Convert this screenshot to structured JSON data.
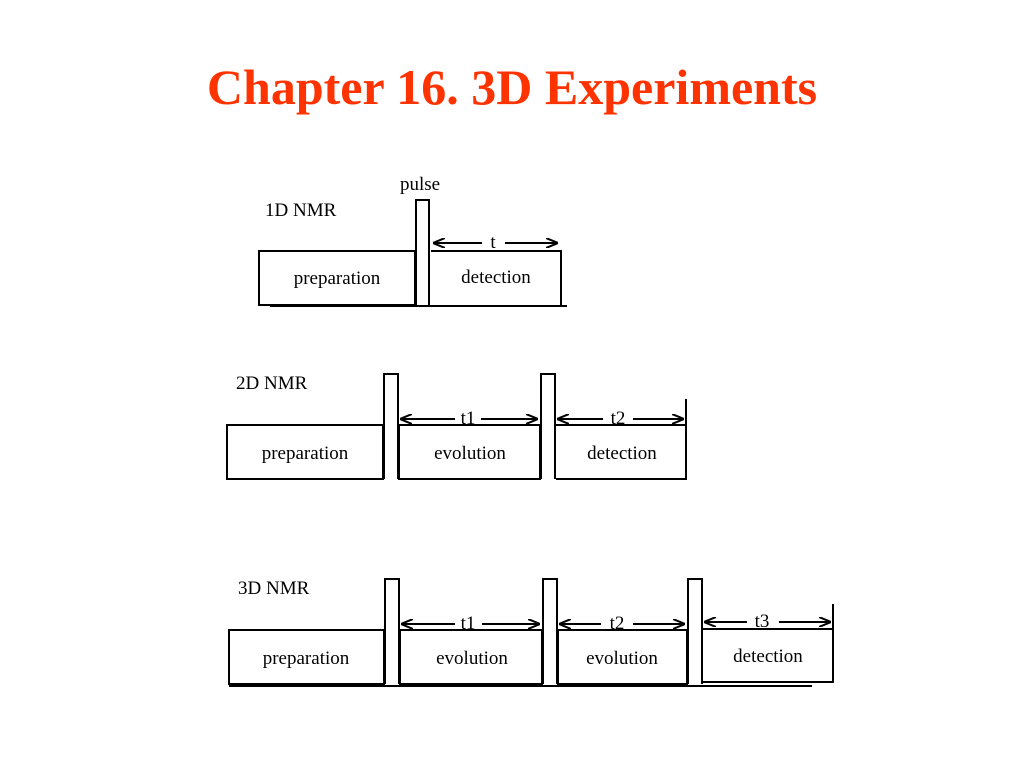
{
  "title": "Chapter 16. 3D Experiments",
  "colors": {
    "title": "#ff3300",
    "ink": "#000000",
    "background": "#ffffff"
  },
  "nmr_1d": {
    "label": "1D NMR",
    "pulse_label": "pulse",
    "preparation": "preparation",
    "detection": "detection",
    "t": "t"
  },
  "nmr_2d": {
    "label": "2D NMR",
    "preparation": "preparation",
    "evolution": "evolution",
    "detection": "detection",
    "t1": "t1",
    "t2": "t2"
  },
  "nmr_3d": {
    "label": "3D NMR",
    "preparation": "preparation",
    "evolution1": "evolution",
    "evolution2": "evolution",
    "detection": "detection",
    "t1": "t1",
    "t2": "t2",
    "t3": "t3"
  }
}
